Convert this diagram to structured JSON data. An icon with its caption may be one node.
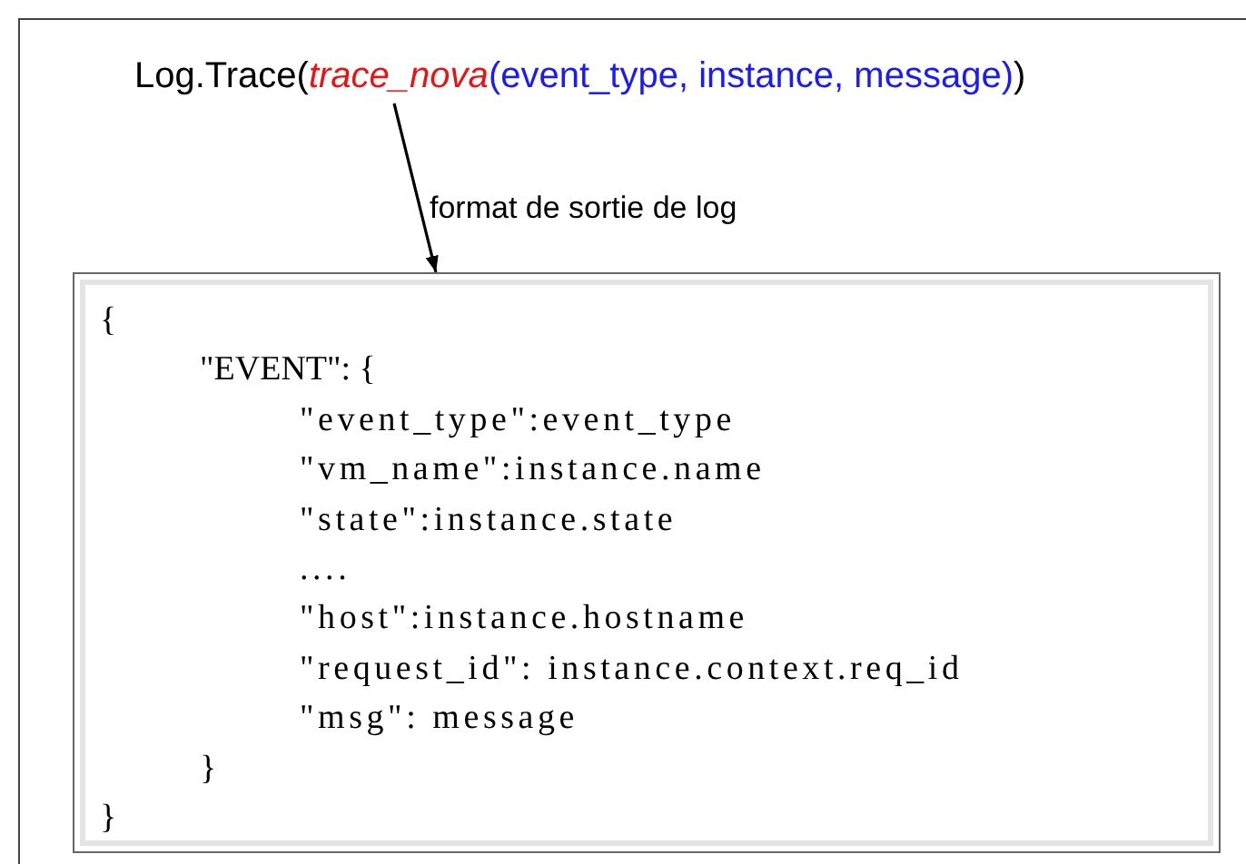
{
  "diagram": {
    "nodes": [
      {
        "text": [
          "Log.Trace(",
          "trace_nova",
          "(event_type, instance, message)",
          ")"
        ]
      },
      {
        "text": [
          "{",
          "\"EVENT\": {",
          "\"event_type\":event_type",
          "\"vm_name\":instance.name",
          "\"state\":instance.state",
          "....",
          "\"host\":instance.hostname",
          "\"request_id\": instance.context.req_id",
          "\"msg\": message",
          "}",
          "}"
        ]
      }
    ],
    "edges": [
      {
        "from": 0,
        "to": 1,
        "arrow": "to",
        "label": "format de sortie de log"
      }
    ]
  }
}
